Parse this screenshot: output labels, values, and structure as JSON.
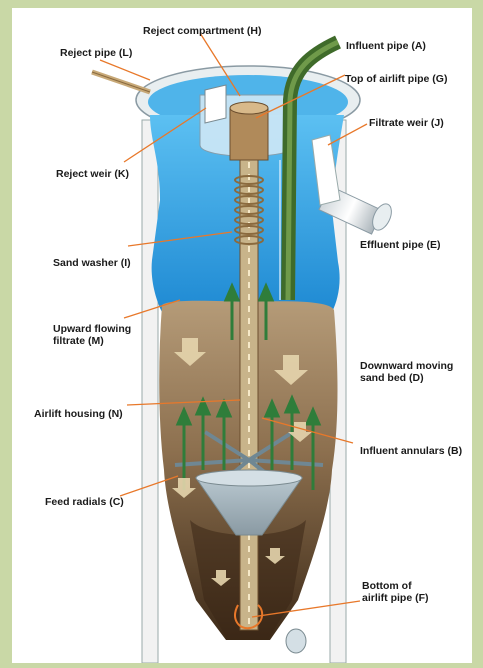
{
  "labels": {
    "reject_compartment": "Reject compartment (H)",
    "reject_pipe": "Reject pipe (L)",
    "influent_pipe": "Influent pipe (A)",
    "top_of_airlift": "Top of airlift pipe (G)",
    "filtrate_weir": "Filtrate weir (J)",
    "reject_weir": "Reject weir (K)",
    "effluent_pipe": "Effluent pipe (E)",
    "sand_washer": "Sand washer (I)",
    "upward_filtrate": "Upward flowing\nfiltrate (M)",
    "downward_sand": "Downward moving\nsand bed (D)",
    "airlift_housing": "Airlift housing (N)",
    "influent_annulars": "Influent annulars (B)",
    "feed_radials": "Feed radials (C)",
    "bottom_airlift": "Bottom of\nairlift pipe (F)"
  },
  "colors": {
    "background": "#c9d8a6",
    "water": "#2f9fe0",
    "sand": "#a38763",
    "sand_dark": "#4a3220",
    "tank_wall": "#f4f4f4",
    "influent_pipe": "#3f6b2a",
    "leader_line": "#e8782a",
    "flow_arrow": "#2f7d3a",
    "sand_arrow": "#e0cfa8"
  }
}
